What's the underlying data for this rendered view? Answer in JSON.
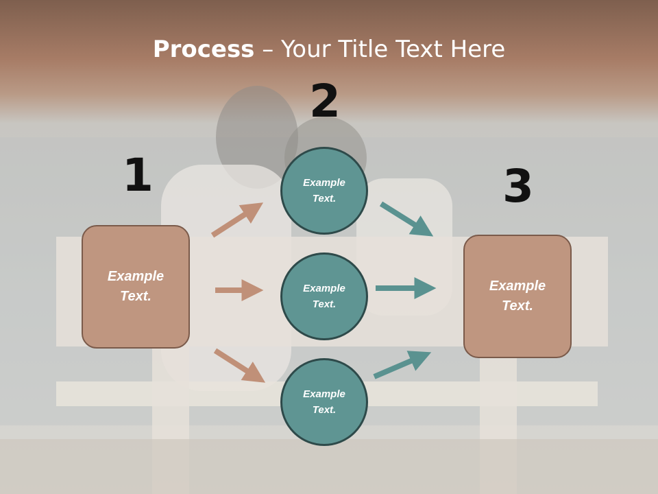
{
  "title": {
    "bold": "Process",
    "rest": " – Your Title Text Here"
  },
  "steps": [
    {
      "number": "1",
      "text": "Example\nText."
    },
    {
      "number": "2",
      "text": "Example\nText."
    },
    {
      "number": "3",
      "text": "Example\nText."
    }
  ],
  "circles": [
    {
      "text": "Example\nText."
    },
    {
      "text": "Example\nText."
    },
    {
      "text": "Example\nText."
    }
  ],
  "colors": {
    "box_fill": "#bf9680",
    "circle_fill": "#5f9593",
    "arrow_brown": "#c09078",
    "arrow_teal": "#5a9290"
  }
}
